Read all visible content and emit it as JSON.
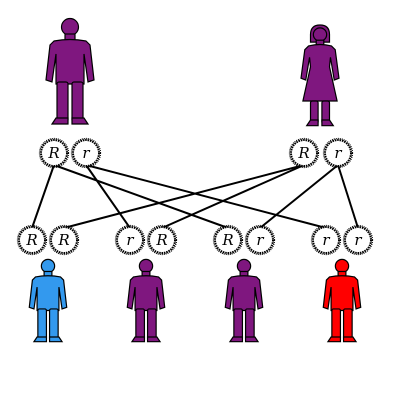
{
  "parents": [
    {
      "id": "father",
      "figure": "male",
      "color": "#7f177f",
      "alleles": [
        "R",
        "r"
      ]
    },
    {
      "id": "mother",
      "figure": "female",
      "color": "#7f177f",
      "alleles": [
        "R",
        "r"
      ]
    }
  ],
  "offspring": [
    {
      "id": "child-1",
      "alleles": [
        "R",
        "R"
      ],
      "color": "#3399ee",
      "from": [
        0,
        0
      ]
    },
    {
      "id": "child-2",
      "alleles": [
        "r",
        "R"
      ],
      "color": "#7f177f",
      "from": [
        1,
        0
      ]
    },
    {
      "id": "child-3",
      "alleles": [
        "R",
        "r"
      ],
      "color": "#7f177f",
      "from": [
        0,
        1
      ]
    },
    {
      "id": "child-4",
      "alleles": [
        "r",
        "r"
      ],
      "color": "#ff0000",
      "from": [
        1,
        1
      ]
    }
  ],
  "colors": {
    "line": "#000000",
    "circle_fill": "#ffffff",
    "circle_stroke": "#000000"
  }
}
